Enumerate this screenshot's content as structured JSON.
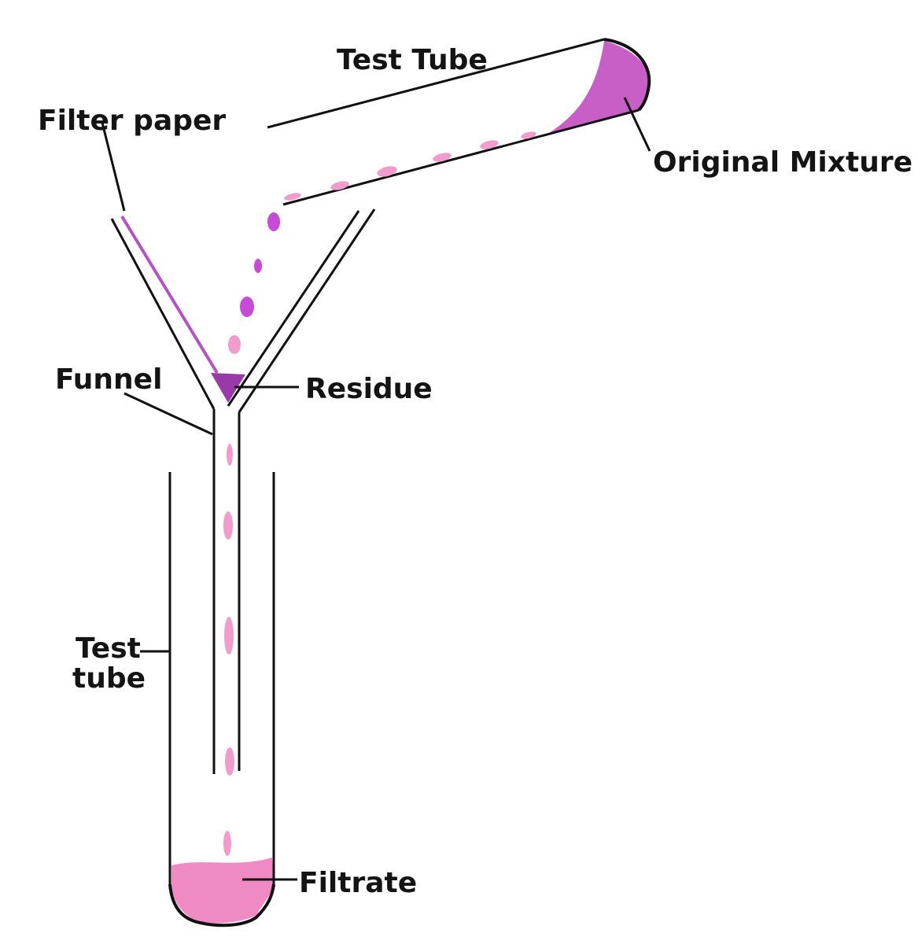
{
  "labels": {
    "test_tube_top": "Test Tube",
    "filter_paper": "Filter paper",
    "original_mixture": "Original Mixture",
    "funnel": "Funnel",
    "residue": "Residue",
    "test_tube_bottom_line1": "Test",
    "test_tube_bottom_line2": "tube",
    "filtrate": "Filtrate"
  },
  "colors": {
    "mixture": "#c85fc6",
    "filter_paper": "#b452c4",
    "residue": "#9a3aa8",
    "drops_dark": "#c64cd8",
    "drops_light": "#f09ccc",
    "filtrate": "#f08ac4",
    "outline": "#111111"
  }
}
